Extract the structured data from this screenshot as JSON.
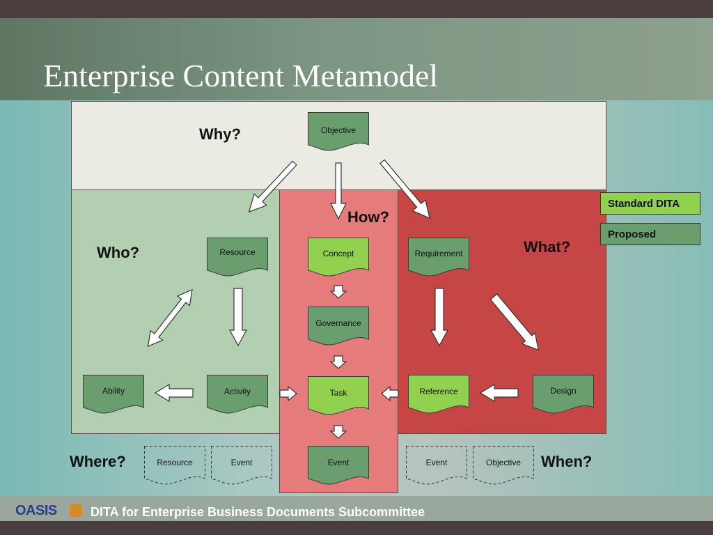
{
  "title": "Enterprise Content Metamodel",
  "questions": {
    "why": "Why?",
    "how": "How?",
    "who": "Who?",
    "what": "What?",
    "where": "Where?",
    "when": "When?"
  },
  "nodes": {
    "objective": "Objective",
    "resource": "Resource",
    "concept": "Concept",
    "requirement": "Requirement",
    "governance": "Governance",
    "ability": "Ability",
    "activity": "Activity",
    "task": "Task",
    "reference": "Reference",
    "design": "Design",
    "event": "Event",
    "where_resource": "Resource",
    "where_event": "Event",
    "when_event": "Event",
    "when_objective": "Objective"
  },
  "legend": {
    "standard": "Standard DITA",
    "proposed": "Proposed"
  },
  "colors": {
    "standard": "#92d050",
    "proposed": "#6a9e6e",
    "why_region": "#ecebe3",
    "who_region": "#b3cfb2",
    "how_region": "#e57b7b",
    "what_region": "#c64646"
  },
  "footer": {
    "logo": "OASIS",
    "text": "DITA for Enterprise Business Documents Subcommittee"
  }
}
